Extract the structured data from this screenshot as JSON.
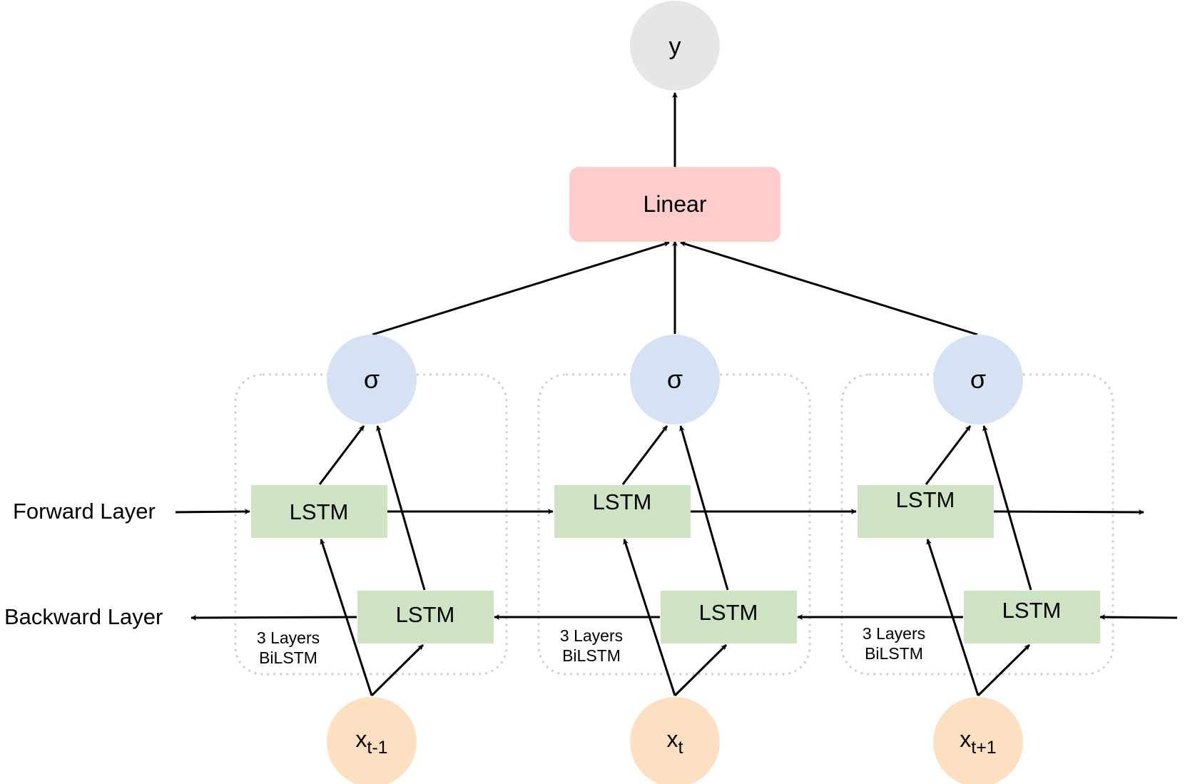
{
  "colors": {
    "output_fill": "#e6e6e6",
    "linear_fill": "#ffcccc",
    "sigma_fill": "#d5e2f3",
    "lstm_fill": "#cde3c3",
    "input_fill": "#fde0c2",
    "group_border": "#cfcfcf",
    "edge": "#000000"
  },
  "labels": {
    "output": "y",
    "linear": "Linear",
    "forward_layer": "Forward Layer",
    "backward_layer": "Backward Layer"
  },
  "columns": [
    {
      "sigma": "σ",
      "forward_lstm": "LSTM",
      "backward_lstm": "LSTM",
      "group_line1": "3 Layers",
      "group_line2": "BiLSTM",
      "input_base": "x",
      "input_sub": "t-1"
    },
    {
      "sigma": "σ",
      "forward_lstm": "LSTM",
      "backward_lstm": "LSTM",
      "group_line1": "3 Layers",
      "group_line2": "BiLSTM",
      "input_base": "x",
      "input_sub": "t"
    },
    {
      "sigma": "σ",
      "forward_lstm": "LSTM",
      "backward_lstm": "LSTM",
      "group_line1": "3 Layers",
      "group_line2": "BiLSTM",
      "input_base": "x",
      "input_sub": "t+1"
    }
  ]
}
